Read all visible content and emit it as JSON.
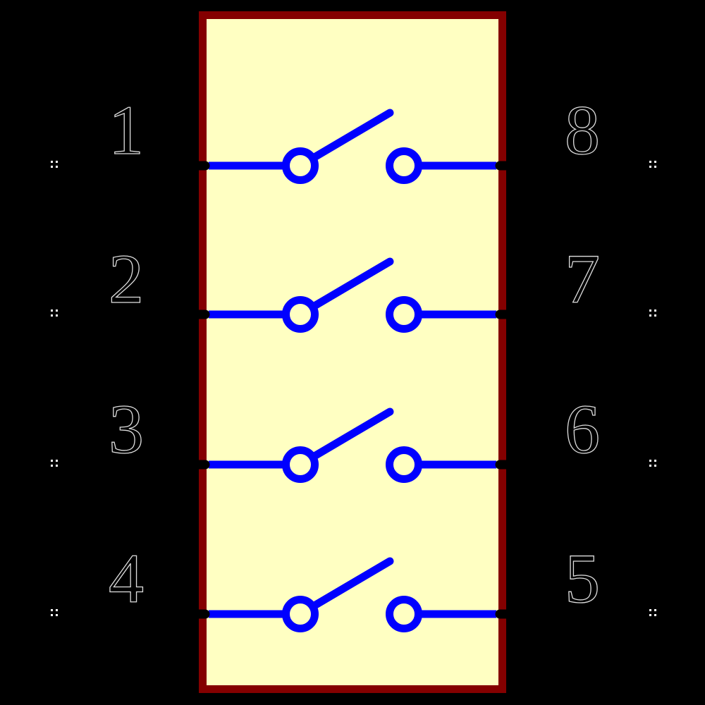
{
  "diagram": {
    "kind": "schematic-symbol",
    "symbol": "4x SPST switch (DIP switch) with open contacts",
    "rows": [
      {
        "left_pin": "1",
        "right_pin": "8"
      },
      {
        "left_pin": "2",
        "right_pin": "7"
      },
      {
        "left_pin": "3",
        "right_pin": "6"
      },
      {
        "left_pin": "4",
        "right_pin": "5"
      }
    ]
  },
  "colors": {
    "background": "#000000",
    "body_fill": "#FFFFC2",
    "body_outline": "#840000",
    "wire": "#0000FF",
    "pin_stub": "#000000",
    "pin_number": "#DCDCDC",
    "tick_mark": "#FFFFFF"
  }
}
